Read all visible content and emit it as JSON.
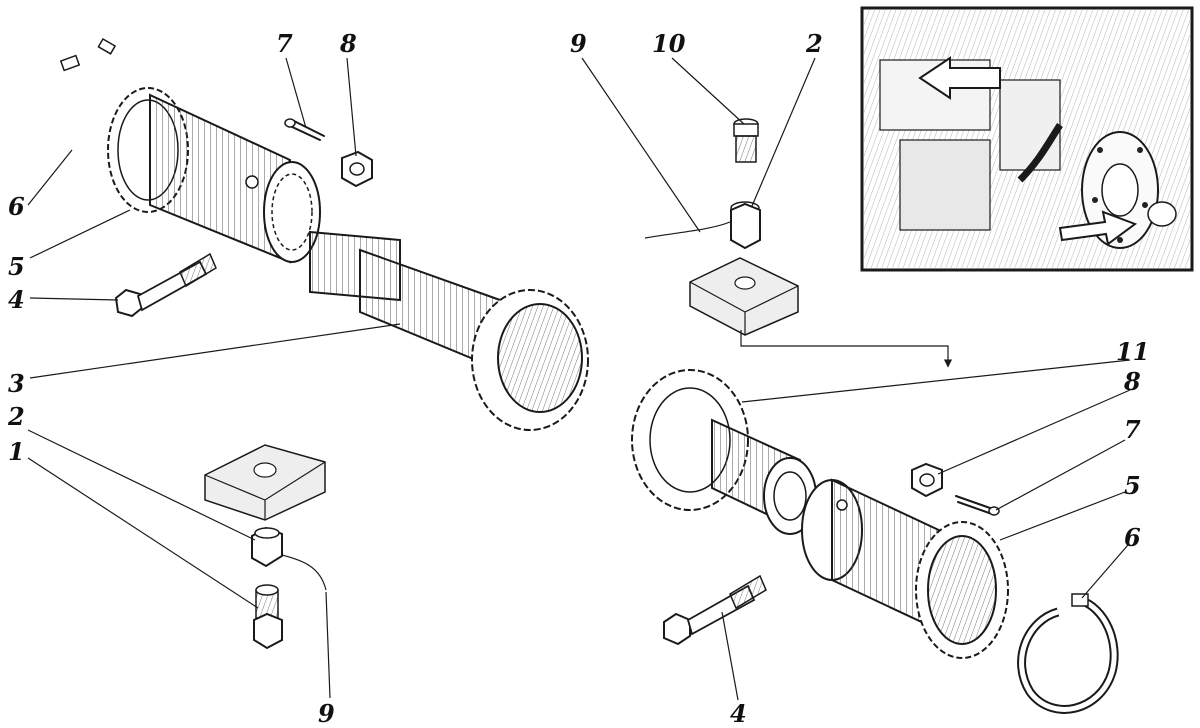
{
  "labels_left": {
    "circlip": "6",
    "sleeve": "5",
    "bolt": "4",
    "shaft": "3",
    "plug": "2",
    "bolt_small": "1",
    "cotter_pin": "7",
    "nut": "8",
    "wire": "9"
  },
  "labels_right": {
    "wire": "9",
    "breather": "10",
    "plug": "2",
    "gear_shaft": "11",
    "nut": "8",
    "cotter_pin": "7",
    "sleeve": "5",
    "circlip": "6",
    "bolt": "4"
  },
  "colors": {
    "ink": "#1a1a1a",
    "paper": "#ffffff",
    "shade": "#eeeeee"
  },
  "icons": {
    "direction_arrow": "arrow-right-icon"
  }
}
